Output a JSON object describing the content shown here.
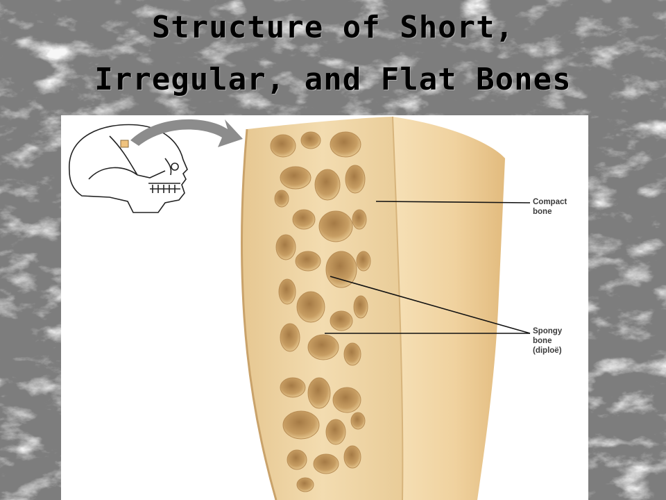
{
  "title": {
    "line1": "Structure of Short,",
    "line2": "Irregular, and Flat Bones"
  },
  "labels": {
    "compact_line1": "Compact",
    "compact_line2": "bone",
    "spongy_line1": "Spongy",
    "spongy_line2": "bone",
    "spongy_line3": "(diploë)"
  },
  "colors": {
    "bone": "#ecd09c",
    "bone_dark": "#c99f5f",
    "bone_face": "#f4dcae",
    "arrow": "#8c8c8c",
    "background_marble": "#d8d8d8"
  }
}
